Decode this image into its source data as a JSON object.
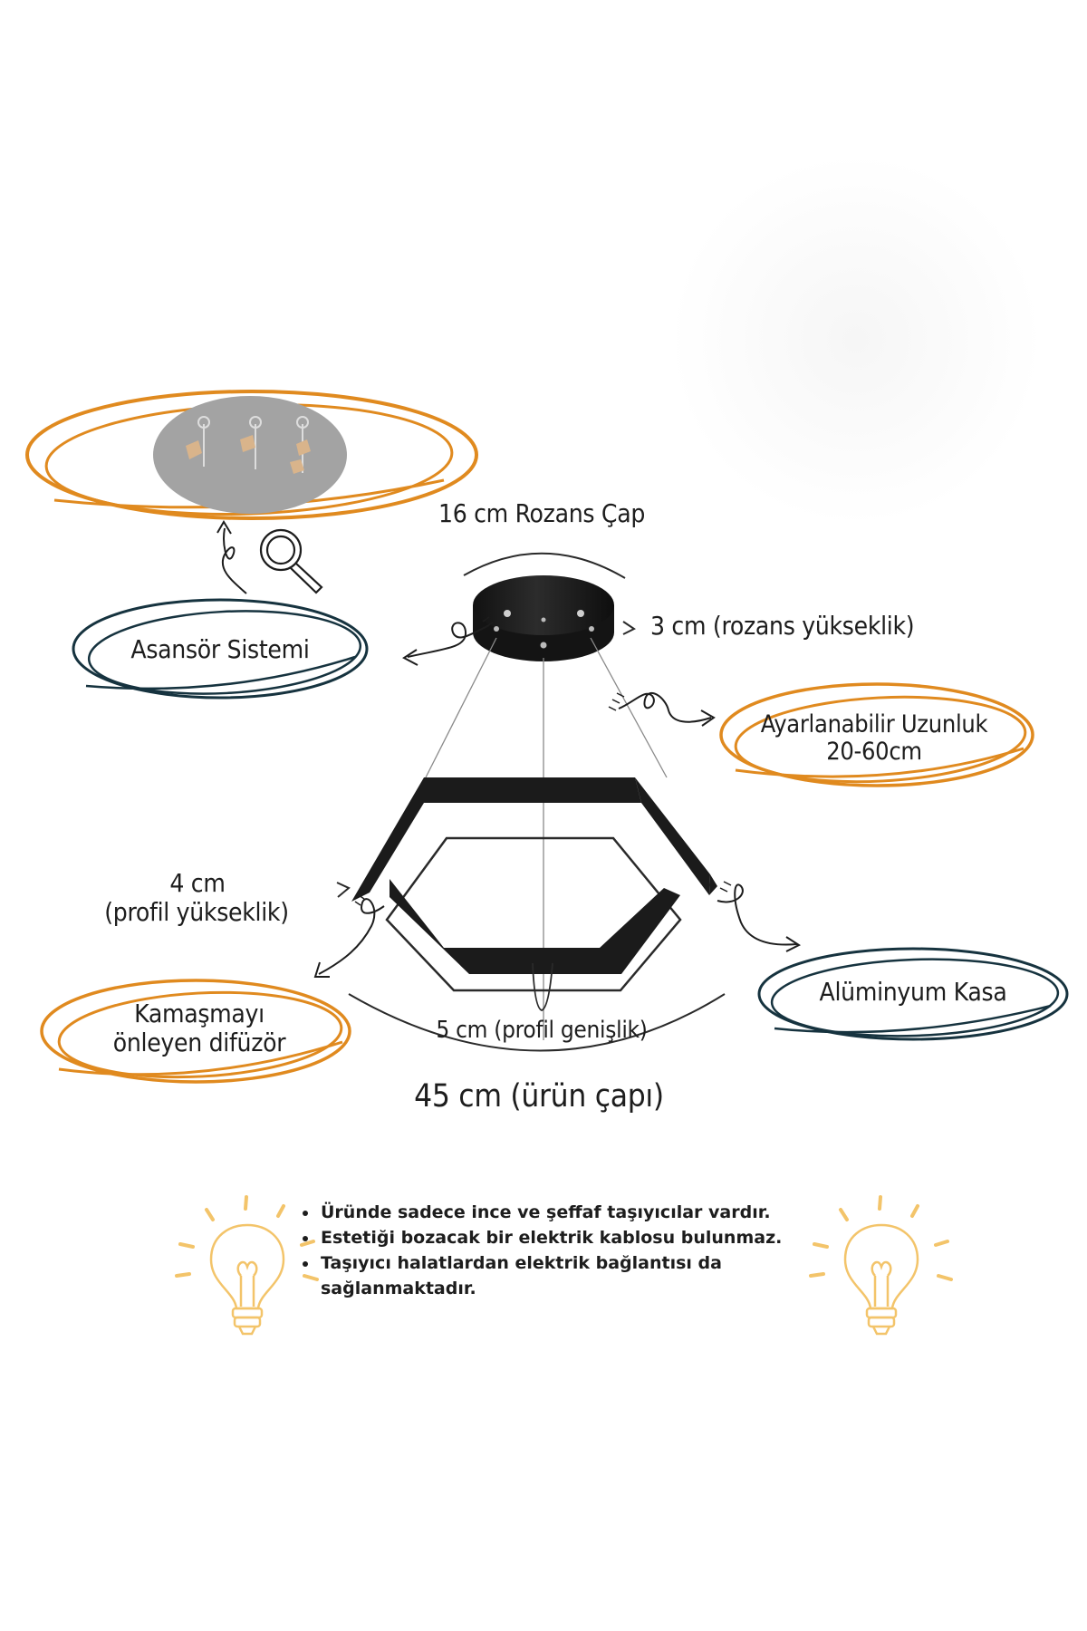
{
  "labels": {
    "rozans_diameter": "16 cm Rozans Çap",
    "rozans_height": "3 cm (rozans yükseklik)",
    "elevator_system": "Asansör Sistemi",
    "adjustable_length_line1": "Ayarlanabilir Uzunluk",
    "adjustable_length_line2": "20-60cm",
    "profile_height_line1": "4 cm",
    "profile_height_line2": "(profil yükseklik)",
    "aluminum_case": "Alüminyum Kasa",
    "diffuser_line1": "Kamaşmayı",
    "diffuser_line2": "önleyen difüzör",
    "profile_width": "5 cm (profil genişlik)",
    "product_diameter": "45 cm (ürün çapı)"
  },
  "notes": [
    "Üründe sadece ince ve şeffaf taşıyıcılar vardır.",
    "Estetiği bozacak bir elektrik kablosu bulunmaz.",
    "Taşıyıcı halatlardan elektrik bağlantısı da sağlanmaktadır."
  ],
  "colors": {
    "orange": "#e08a1f",
    "navy": "#16333f",
    "fixture": "#1b1b1b",
    "bulb": "#f3c46a"
  },
  "icons": [
    "magnifier-icon",
    "lightbulb-icon"
  ]
}
